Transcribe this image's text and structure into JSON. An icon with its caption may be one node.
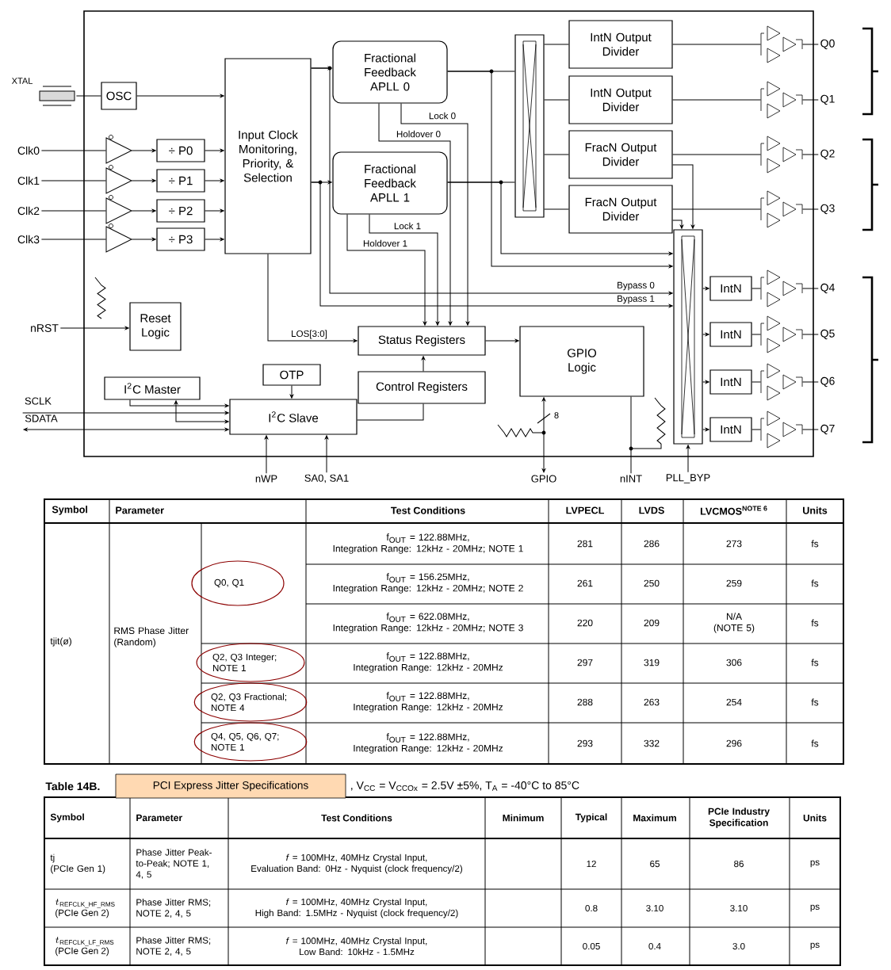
{
  "diagram": {
    "nodes": [
      {
        "text": [],
        "shape": "box"
      },
      {
        "text": [],
        "shape": "crystal"
      },
      {
        "text": [
          "OSC"
        ],
        "in": 0
      },
      {
        "text": [
          "Clk0"
        ]
      },
      {
        "text": [
          "Clk1"
        ]
      },
      {
        "text": [
          "Clk2"
        ]
      },
      {
        "text": [
          "Clk3"
        ]
      },
      {
        "text": [],
        "shape": "triangle",
        "in": 0
      },
      {
        "text": [],
        "shape": "triangle",
        "in": 0
      },
      {
        "text": [],
        "shape": "triangle",
        "in": 0
      },
      {
        "text": [],
        "shape": "triangle",
        "in": 0
      },
      {
        "text": [
          "÷ P0"
        ],
        "in": 0
      },
      {
        "text": [
          "÷ P1"
        ],
        "in": 0
      },
      {
        "text": [
          "÷ P2"
        ],
        "in": 0
      },
      {
        "text": [
          "÷ P3"
        ],
        "in": 0
      },
      {
        "text": [
          "Input Clock Monitoring, Priority, & Selection"
        ],
        "in": 0
      },
      {
        "text": [
          "Fractional Feedback APLL 0"
        ],
        "in": 0
      },
      {
        "text": [
          "Fractional Feedback APLL 1"
        ],
        "in": 0
      },
      {
        "text": [],
        "shape": "box",
        "in": 0
      },
      {
        "text": [
          "IntN Output Divider"
        ],
        "in": 0
      },
      {
        "text": [
          "IntN Output Divider"
        ],
        "in": 0
      },
      {
        "text": [
          "FracN Output Divider"
        ],
        "in": 0
      },
      {
        "text": [
          "FracN Output Divider"
        ],
        "in": 0
      },
      {
        "text": [],
        "shape": "triangle",
        "in": 0
      },
      {
        "text": [],
        "shape": "triangle",
        "in": 0
      },
      {
        "text": [],
        "shape": "triangle",
        "in": 0
      },
      {
        "text": [],
        "shape": "triangle",
        "in": 0
      },
      {
        "text": [],
        "shape": "triangle",
        "in": 0
      },
      {
        "text": [],
        "shape": "triangle",
        "in": 0
      },
      {
        "text": [],
        "shape": "triangle",
        "in": 0
      },
      {
        "text": [],
        "shape": "triangle",
        "in": 0
      },
      {
        "text": [
          "Q0"
        ]
      },
      {
        "text": [
          "Q1"
        ]
      },
      {
        "text": [
          "Q2"
        ]
      },
      {
        "text": [
          "Q3"
        ]
      },
      {
        "text": [
          "Q4"
        ]
      },
      {
        "text": [
          "Q5"
        ]
      },
      {
        "text": [
          "Q6"
        ]
      },
      {
        "text": [
          "Q7"
        ]
      },
      {
        "text": [],
        "shape": "box",
        "in": 0
      },
      {
        "text": [
          "IntN"
        ],
        "in": 0
      },
      {
        "text": [
          "IntN"
        ],
        "in": 0
      },
      {
        "text": [
          "IntN"
        ],
        "in": 0
      },
      {
        "text": [
          "IntN"
        ],
        "in": 0
      },
      {
        "text": [
          "nRST"
        ]
      },
      {
        "text": [
          "Reset Logic"
        ],
        "in": 0
      },
      {
        "text": [
          "Status Registers"
        ],
        "in": 0
      },
      {
        "text": [
          "Control Registers"
        ],
        "in": 0
      },
      {
        "text": [
          "GPIO Logic"
        ],
        "in": 0
      },
      {
        "text": [
          "OTP"
        ],
        "in": 0
      },
      {
        "text": [
          "I$^{2}$C Master"
        ],
        "in": 0
      },
      {
        "text": [
          "I$^{2}$C Slave"
        ],
        "in": 0
      },
      {
        "text": [
          "SCLK"
        ]
      },
      {
        "text": [
          "SDATA"
        ]
      },
      {
        "text": [
          "nWP"
        ]
      },
      {
        "text": [
          "SA0, SA1"
        ]
      },
      {
        "text": [
          "GPIO"
        ]
      },
      {
        "text": [
          "nINT"
        ]
      },
      {
        "text": [
          "PLL_BYP"
        ]
      },
      {
        "text": [
          "Q0, Q1"
        ]
      },
      {
        "text": [
          "Q2, Q3 Integer; NOTE 1"
        ]
      },
      {
        "text": [
          "Q2, Q3 Fractional; NOTE 4"
        ]
      },
      {
        "text": [
          "Q4, Q5, Q6, Q7; NOTE 1"
        ]
      },
      {
        "text": [
          "PCI Express Jitter Specifications"
        ],
        "beside": [
          ", V$_{CC}$ = V$_{CCOx}$ = 2.5V ±5%, T$_{A}$ = -40°C to 85°C"
        ]
      }
    ],
    "edges": [
      {
        "from": 1,
        "to": 2,
        "arrow": "none"
      },
      {
        "from": 2,
        "to": 15,
        "arrow": "to"
      },
      {
        "from": 3,
        "to": 7,
        "arrow": "none"
      },
      {
        "from": 4,
        "to": 8,
        "arrow": "none"
      },
      {
        "from": 5,
        "to": 9,
        "arrow": "none"
      },
      {
        "from": 6,
        "to": 10,
        "arrow": "none"
      },
      {
        "from": 7,
        "to": 11,
        "arrow": "to"
      },
      {
        "from": 8,
        "to": 12,
        "arrow": "to"
      },
      {
        "from": 9,
        "to": 13,
        "arrow": "to"
      },
      {
        "from": 10,
        "to": 14,
        "arrow": "to"
      },
      {
        "from": 11,
        "to": 15,
        "arrow": "to"
      },
      {
        "from": 12,
        "to": 15,
        "arrow": "to"
      },
      {
        "from": 13,
        "to": 15,
        "arrow": "to"
      },
      {
        "from": 14,
        "to": 15,
        "arrow": "to"
      },
      {
        "from": 15,
        "to": 16,
        "arrow": "to"
      },
      {
        "from": 15,
        "to": 17,
        "arrow": "to"
      },
      {
        "from": 15,
        "to": 39,
        "arrow": "to",
        "label": "Bypass 0"
      },
      {
        "from": 15,
        "to": 39,
        "arrow": "to",
        "label": "Bypass 1"
      },
      {
        "from": 16,
        "to": 18,
        "arrow": "none"
      },
      {
        "from": 17,
        "to": 18,
        "arrow": "none"
      },
      {
        "from": 16,
        "to": 39,
        "arrow": "to"
      },
      {
        "from": 17,
        "to": 39,
        "arrow": "to"
      },
      {
        "from": 18,
        "to": 19,
        "arrow": "none"
      },
      {
        "from": 18,
        "to": 20,
        "arrow": "none"
      },
      {
        "from": 18,
        "to": 21,
        "arrow": "none"
      },
      {
        "from": 18,
        "to": 22,
        "arrow": "none"
      },
      {
        "from": 19,
        "to": 23,
        "arrow": "none"
      },
      {
        "from": 20,
        "to": 24,
        "arrow": "none"
      },
      {
        "from": 21,
        "to": 25,
        "arrow": "none"
      },
      {
        "from": 22,
        "to": 26,
        "arrow": "none"
      },
      {
        "from": 21,
        "to": 39,
        "arrow": "to"
      },
      {
        "from": 22,
        "to": 39,
        "arrow": "to"
      },
      {
        "from": 39,
        "to": 40,
        "arrow": "to"
      },
      {
        "from": 39,
        "to": 41,
        "arrow": "to"
      },
      {
        "from": 39,
        "to": 42,
        "arrow": "to"
      },
      {
        "from": 39,
        "to": 43,
        "arrow": "to"
      },
      {
        "from": 40,
        "to": 27,
        "arrow": "none"
      },
      {
        "from": 41,
        "to": 28,
        "arrow": "none"
      },
      {
        "from": 42,
        "to": 29,
        "arrow": "none"
      },
      {
        "from": 43,
        "to": 30,
        "arrow": "none"
      },
      {
        "from": 23,
        "to": 31,
        "arrow": "none"
      },
      {
        "from": 24,
        "to": 32,
        "arrow": "none"
      },
      {
        "from": 25,
        "to": 33,
        "arrow": "none"
      },
      {
        "from": 26,
        "to": 34,
        "arrow": "none"
      },
      {
        "from": 27,
        "to": 35,
        "arrow": "none"
      },
      {
        "from": 28,
        "to": 36,
        "arrow": "none"
      },
      {
        "from": 29,
        "to": 37,
        "arrow": "none"
      },
      {
        "from": 30,
        "to": 38,
        "arrow": "none"
      },
      {
        "from": 16,
        "to": 46,
        "arrow": "to",
        "label": "Lock 0"
      },
      {
        "from": 16,
        "to": 46,
        "arrow": "to",
        "label": "Holdover 0"
      },
      {
        "from": 17,
        "to": 46,
        "arrow": "to",
        "label": "Lock 1"
      },
      {
        "from": 17,
        "to": 46,
        "arrow": "to",
        "label": "Holdover 1"
      },
      {
        "from": 15,
        "to": 46,
        "arrow": "to",
        "label": "LOS[3:0]"
      },
      {
        "from": 46,
        "to": 48,
        "arrow": "to"
      },
      {
        "from": 47,
        "to": 46,
        "arrow": "to"
      },
      {
        "from": 51,
        "to": 47,
        "arrow": "none"
      },
      {
        "from": 49,
        "to": 51,
        "arrow": "to"
      },
      {
        "from": 50,
        "to": 51,
        "arrow": "to"
      },
      {
        "from": 50,
        "to": 51,
        "arrow": "both"
      },
      {
        "from": 52,
        "to": 51,
        "arrow": "to"
      },
      {
        "from": 51,
        "to": 53,
        "arrow": "both"
      },
      {
        "from": 44,
        "to": 45,
        "arrow": "to"
      },
      {
        "from": 54,
        "to": 51,
        "arrow": "to"
      },
      {
        "from": 55,
        "to": 51,
        "arrow": "to"
      },
      {
        "from": 48,
        "to": 56,
        "arrow": "both"
      },
      {
        "from": 48,
        "to": 57,
        "arrow": "none"
      },
      {
        "from": 58,
        "to": 39,
        "arrow": "to"
      }
    ],
    "labels": [
      "XTAL",
      "8",
      "Symbol",
      "Parameter",
      "Test Conditions",
      "LVPECL",
      "LVDS",
      "LVCMOS$^{NOTE 6}$",
      "Units",
      "tjit(ø)",
      "RMS Phase Jitter (Random)",
      "f$_{OUT}$ = 122.88MHz, Integration Range: 12kHz - 20MHz; NOTE 1",
      "281",
      "286",
      "273",
      "fs",
      "f$_{OUT}$ = 156.25MHz, Integration Range: 12kHz - 20MHz; NOTE 2",
      "261",
      "250",
      "259",
      "fs",
      "f$_{OUT}$ = 622.08MHz, Integration Range: 12kHz - 20MHz; NOTE 3",
      "220",
      "209",
      "N/A (NOTE 5)",
      "fs",
      "f$_{OUT}$ = 122.88MHz, Integration Range: 12kHz - 20MHz",
      "297",
      "319",
      "306",
      "fs",
      "f$_{OUT}$ = 122.88MHz, Integration Range: 12kHz - 20MHz",
      "288",
      "263",
      "254",
      "fs",
      "f$_{OUT}$ = 122.88MHz, Integration Range: 12kHz - 20MHz",
      "293",
      "332",
      "296",
      "fs",
      "Table 14B.",
      "Symbol",
      "Parameter",
      "Test Conditions",
      "Minimum",
      "Typical",
      "Maximum",
      "PCIe Industry Specification",
      "Units",
      "tj (PCIe Gen 1)",
      "Phase Jitter Peak-to-Peak; NOTE 1, 4, 5",
      "*f* = 100MHz, 40MHz Crystal Input, Evaluation Band: 0Hz - Nyquist (clock frequency/2)",
      "12",
      "65",
      "86",
      "ps",
      "\\begin{array}{l} t_{\\mathrm{REFCLK\\_HF\\_RMS}} \\\\ \\text{(PCIe Gen 2)} \\end{array}",
      "Phase Jitter RMS; NOTE 2, 4, 5",
      "*f* = 100MHz, 40MHz Crystal Input, High Band: 1.5MHz - Nyquist (clock frequency/2)",
      "0.8",
      "3.10",
      "3.10",
      "ps",
      "\\begin{array}{l} t_{\\mathrm{REFCLK\\_LF\\_RMS}} \\\\ \\text{(PCIe Gen 2)} \\end{array}",
      "Phase Jitter RMS; NOTE 2, 4, 5",
      "*f* = 100MHz, 40MHz Crystal Input, Low Band: 10kHz - 1.5MHz",
      "0.05",
      "0.4",
      "3.0",
      "ps"
    ]
  }
}
